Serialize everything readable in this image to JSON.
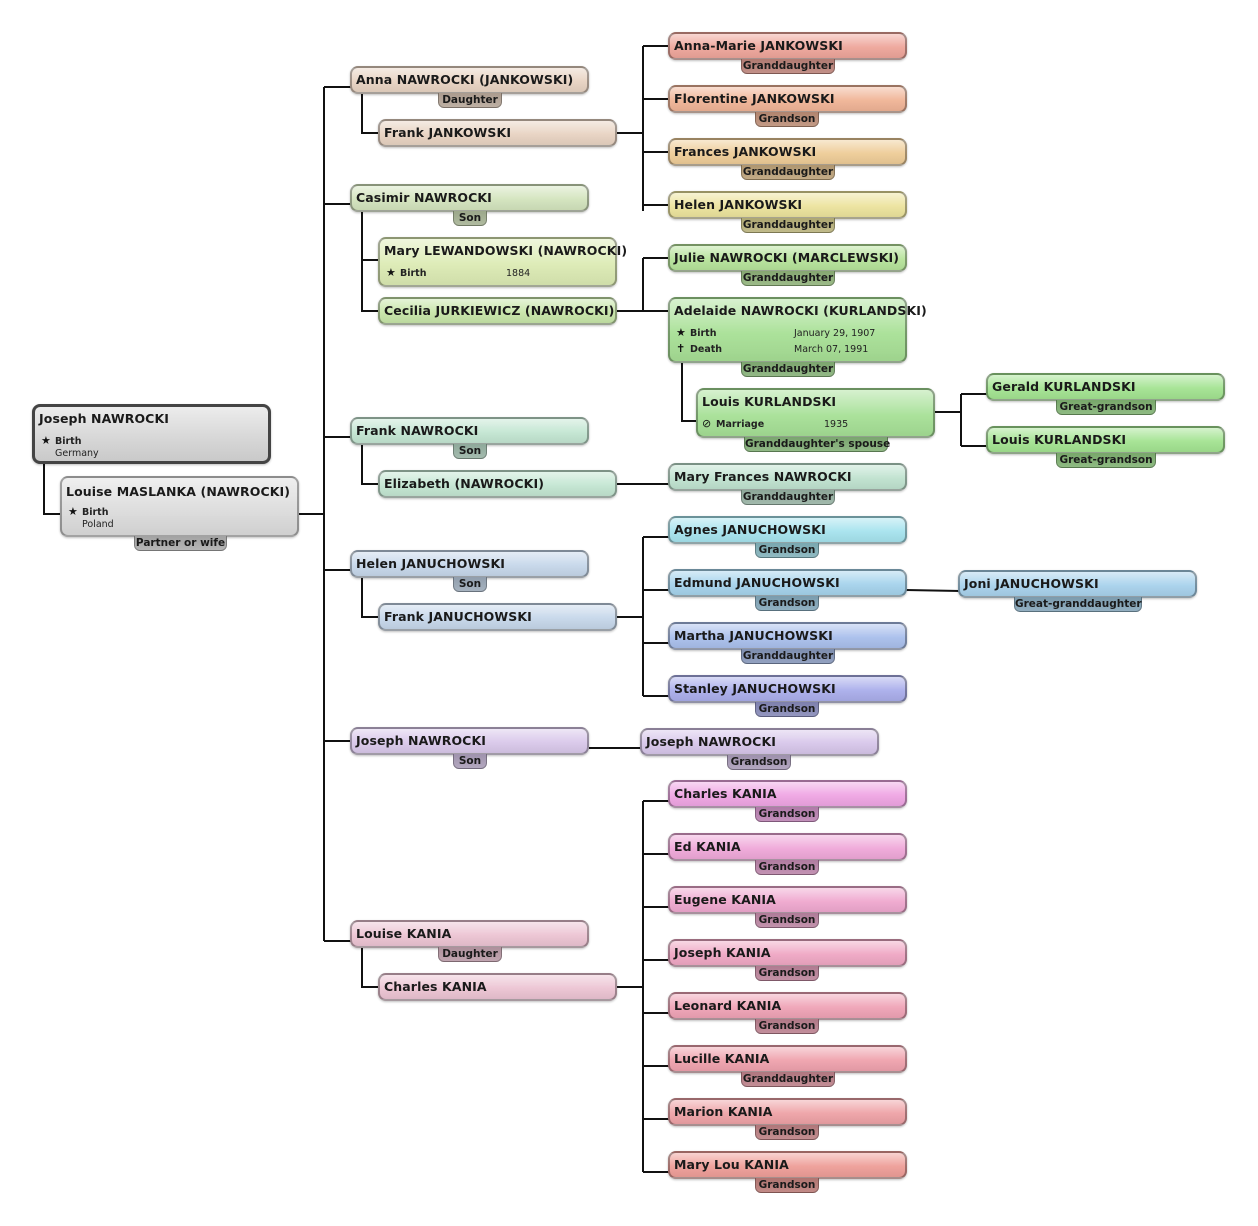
{
  "root": {
    "name": "Joseph NAWROCKI",
    "birth_label": "Birth",
    "birth_place": "Germany",
    "color": "#d6d6d6",
    "spouse": {
      "name": "Louise MASLANKA (NAWROCKI)",
      "birth_label": "Birth",
      "birth_place": "Poland",
      "relation": "Partner or wife"
    }
  },
  "children": [
    {
      "name": "Anna NAWROCKI (JANKOWSKI)",
      "relation": "Daughter",
      "color": "#e8d3c2",
      "spouse": {
        "name": "Frank JANKOWSKI"
      }
    },
    {
      "name": "Casimir NAWROCKI",
      "relation": "Son",
      "color": "#d3e4bd",
      "spouses": [
        {
          "name": "Mary LEWANDOWSKI (NAWROCKI)",
          "birth_label": "Birth",
          "birth_date": "1884"
        },
        {
          "name": "Cecilia JURKIEWICZ (NAWROCKI)"
        }
      ]
    },
    {
      "name": "Frank NAWROCKI",
      "relation": "Son",
      "color": "#c3e6d2",
      "spouse": {
        "name": "Elizabeth (NAWROCKI)"
      }
    },
    {
      "name": "Helen JANUCHOWSKI",
      "relation": "Son",
      "color": "#c6d7ea",
      "spouse": {
        "name": "Frank JANUCHOWSKI"
      }
    },
    {
      "name": "Joseph NAWROCKI",
      "relation": "Son",
      "color": "#d9c8ea"
    },
    {
      "name": "Louise KANIA",
      "relation": "Daughter",
      "color": "#ecc4d3",
      "spouse": {
        "name": "Charles KANIA"
      }
    }
  ],
  "grandchildren": [
    {
      "name": "Anna-Marie JANKOWSKI",
      "relation": "Granddaughter",
      "color": "#eea59a"
    },
    {
      "name": "Florentine JANKOWSKI",
      "relation": "Grandson",
      "color": "#f0b496"
    },
    {
      "name": "Frances JANKOWSKI",
      "relation": "Granddaughter",
      "color": "#eecc97"
    },
    {
      "name": "Helen JANKOWSKI",
      "relation": "Granddaughter",
      "color": "#ece39d"
    },
    {
      "name": "Julie NAWROCKI (MARCLEWSKI)",
      "relation": "Granddaughter",
      "color": "#b6e39a"
    },
    {
      "name": "Adelaide NAWROCKI (KURLANDSKI)",
      "relation": "Granddaughter",
      "color": "#a8e096",
      "birth_label": "Birth",
      "birth_date": "January 29, 1907",
      "death_label": "Death",
      "death_date": "March 07, 1991",
      "spouse": {
        "name": "Louis KURLANDSKI",
        "relation": "Granddaughter's spouse",
        "marriage_label": "Marriage",
        "marriage_date": "1935"
      }
    },
    {
      "name": "Mary Frances NAWROCKI",
      "relation": "Granddaughter",
      "color": "#bfe2cf"
    },
    {
      "name": "Agnes JANUCHOWSKI",
      "relation": "Grandson",
      "color": "#a6e3ee"
    },
    {
      "name": "Edmund JANUCHOWSKI",
      "relation": "Grandson",
      "color": "#a5d3ec"
    },
    {
      "name": "Martha JANUCHOWSKI",
      "relation": "Granddaughter",
      "color": "#a9bfec"
    },
    {
      "name": "Stanley JANUCHOWSKI",
      "relation": "Grandson",
      "color": "#aaaeeb"
    },
    {
      "name": "Joseph NAWROCKI",
      "relation": "Grandson",
      "color": "#d7c6ea"
    },
    {
      "name": "Charles KANIA",
      "relation": "Grandson",
      "color": "#efa5e4"
    },
    {
      "name": "Ed KANIA",
      "relation": "Grandson",
      "color": "#efa8d9"
    },
    {
      "name": "Eugene KANIA",
      "relation": "Grandson",
      "color": "#efa8cf"
    },
    {
      "name": "Joseph KANIA",
      "relation": "Grandson",
      "color": "#efa7c4"
    },
    {
      "name": "Leonard KANIA",
      "relation": "Grandson",
      "color": "#efa3b6"
    },
    {
      "name": "Lucille KANIA",
      "relation": "Granddaughter",
      "color": "#efa2ad"
    },
    {
      "name": "Marion KANIA",
      "relation": "Grandson",
      "color": "#eea2a6"
    },
    {
      "name": "Mary Lou KANIA",
      "relation": "Grandson",
      "color": "#ee9e98"
    }
  ],
  "great_grandchildren": [
    {
      "name": "Gerald KURLANDSKI",
      "relation": "Great-grandson",
      "color": "#a3e391"
    },
    {
      "name": "Louis KURLANDSKI",
      "relation": "Great-grandson",
      "color": "#a3e391"
    },
    {
      "name": "Joni JANUCHOWSKI",
      "relation": "Great-granddaughter",
      "color": "#a8d2ec"
    }
  ]
}
